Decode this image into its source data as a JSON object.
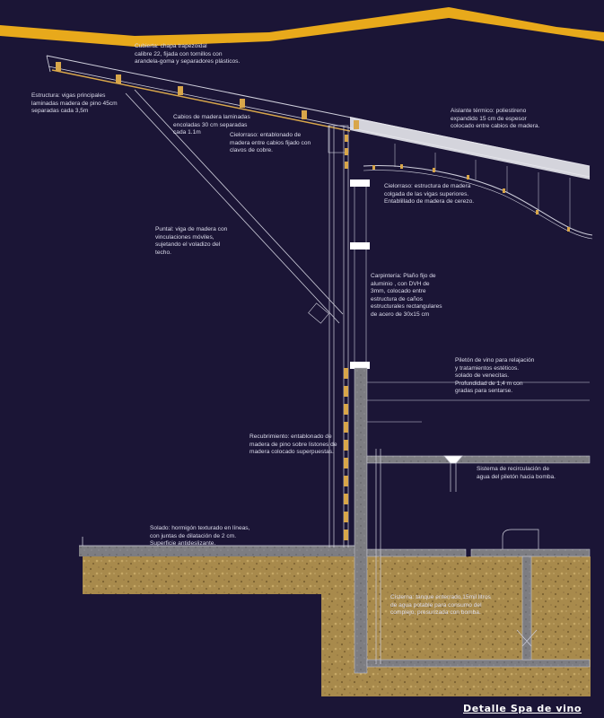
{
  "title": "Detalle Spa de vino",
  "labels": {
    "cubierta": "Cubierta: chapa trapezoidal\ncalibre 22, fijada con tornillos con\narandela-goma y separadores plásticos.",
    "estructura": "Estructura: vigas principales\nlaminadas madera de pino 45cm\nseparadas cada 3,5m",
    "cabios": "Cabios de madera laminadas\nencoladas 30 cm separadas\ncada 1.1m",
    "cielorraso1": "Cielorraso: entablonado de\nmadera entre cabios fijado con\nclavos de cobre.",
    "aislante": "Aislante térmico: poliestireno\nexpandido 15 cm de espesor\ncolocado entre cabios de madera.",
    "cielorraso2": "Cielorraso: estructura de madera\ncolgada de las vigas superiores.\nEntablillado de madera de cerezo.",
    "puntal": "Puntal: viga de madera con\nvinculaciones móviles,\nsujetando el voladizo del\ntecho.",
    "carpinteria": "Carpintería: Plaño fijo de\naluminio , con DVH de\n3mm, colocado entre\nestructura de caños\nestructurales rectangulares\nde acero de 30x15 cm",
    "pileton": "Piletón de vino para relajación\ny tratamientos estéticos.\nsolado de venecitas.\nProfundidad de 1,4 m con\ngradas para sentarse.",
    "recubrimiento": "Recubrimiento: entablonado de\nmadera de pino sobre listones de\nmadera colocado superpuestas.",
    "recirculacion": "Sistema de recirculación de\nagua del piletón hacia bomba.",
    "solado": "Solado: hormigón texturado en líneas,\ncon juntas de dilatación de 2 cm.\nSuperficie antideslizante.",
    "cisterna": "Cisterna: tanque enterrado 15mil litros\nde agua potable para consumo del\ncomplejo, presurizada con bomba."
  },
  "colors": {
    "background": "#1b1536",
    "accent_band": "#e8a91b",
    "soil": "#a88a4c",
    "wood": "#d8a64a",
    "concrete": "#8c8c8c",
    "line": "#cfcfdc"
  }
}
